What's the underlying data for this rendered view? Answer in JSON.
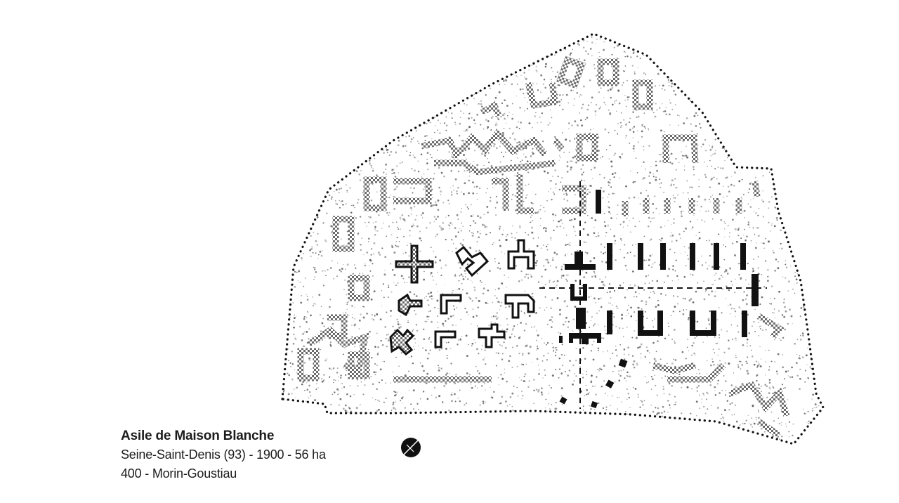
{
  "caption": {
    "title": "Asile de Maison Blanche",
    "line1": "Seine-Saint-Denis (93) - 1900 - 56 ha",
    "line2": "400 - Morin-Goustiau"
  },
  "legend": {
    "icon": "north-arrow-icon"
  },
  "colors": {
    "ink": "#111111",
    "stipple": "#4a4a4a",
    "hatch": "#6a6a6a",
    "background": "#ffffff"
  }
}
